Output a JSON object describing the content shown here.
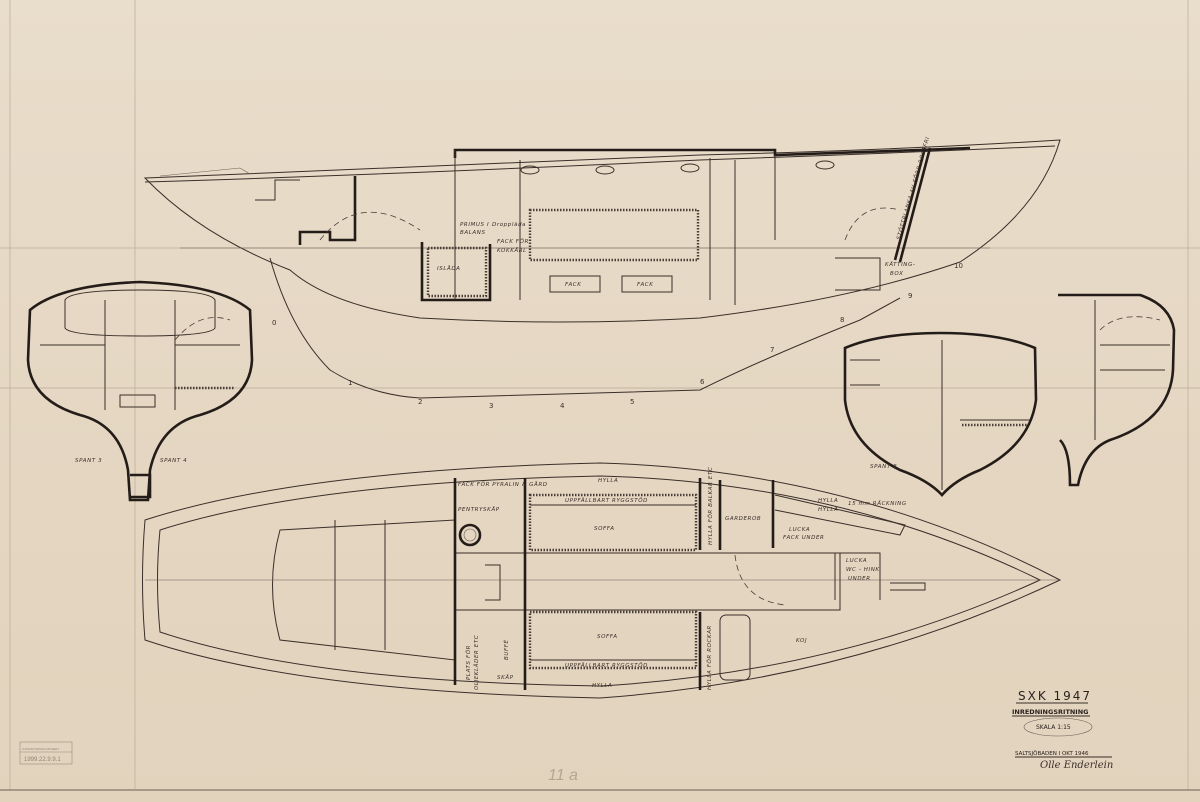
{
  "title_block": {
    "title": "SXK 1947",
    "subtitle": "INREDNINGSRITNING",
    "scale": "SKALA 1:15",
    "place_date": "SALTSJÖBADEN I OKT 1946",
    "signature": "Olle Enderlein"
  },
  "stamp": {
    "line1": "SJÖHISTORISKA MUSEET",
    "line2": "1999.22.9.9.1"
  },
  "section_labels": {
    "spant3": "SPANT 3",
    "spant4": "SPANT 4",
    "spant8": "SPANT 8"
  },
  "station_numbers": [
    "0",
    "1",
    "2",
    "3",
    "4",
    "5",
    "6",
    "7",
    "8",
    "9",
    "10"
  ],
  "profile_labels": {
    "primus": "PRIMUS I",
    "balans": "BALANS",
    "drop": "Droppläda",
    "fack_kokkarl": "FACK FÖR",
    "fack_kokkarl2": "KOKKÄRL",
    "islada": "ISLÅDA",
    "fack1": "FACK",
    "fack2": "FACK",
    "kattingbox1": "KÄTTING-",
    "kattingbox2": "BOX",
    "mast": "STÖTTPLANKA AV FÖRR ROSTFRI"
  },
  "plan_labels": {
    "hylla_top": "HYLLA",
    "fack_pyralin": "FACK FÖR PYRALIN & GÅRD",
    "uppfallbart_top": "UPPFÄLLBART RYGGSTÖD",
    "soffa_top": "SOFFA",
    "pentry": "PENTRYSKÅP",
    "hylla_balk": "HYLLA FÖR BALKAR ETC",
    "garderob": "GARDEROB",
    "hylla1": "HYLLA",
    "hylla_15": "15 mm RÄCKNING",
    "hylla2": "HYLLA",
    "lucka1": "LUCKA",
    "fack_under": "FACK UNDER",
    "lucka2": "LUCKA",
    "wc": "WC - HINK",
    "under": "UNDER",
    "plats1": "PLATS FÖR",
    "plats2": "OLJEKLÄDER ETC",
    "buffe": "BUFFÉ",
    "skap": "SKÅP",
    "soffa_bottom": "SOFFA",
    "uppfallbart_bottom": "UPPFÄLLBART RYGGSTÖD",
    "hylla_bottom": "HYLLA",
    "hylla_rock": "HYLLA FÖR ROCKAR",
    "koj": "KOJ"
  },
  "pencil_note": "11 a",
  "colors": {
    "paper": "#e6d9c6",
    "ink": "#2a221e"
  }
}
